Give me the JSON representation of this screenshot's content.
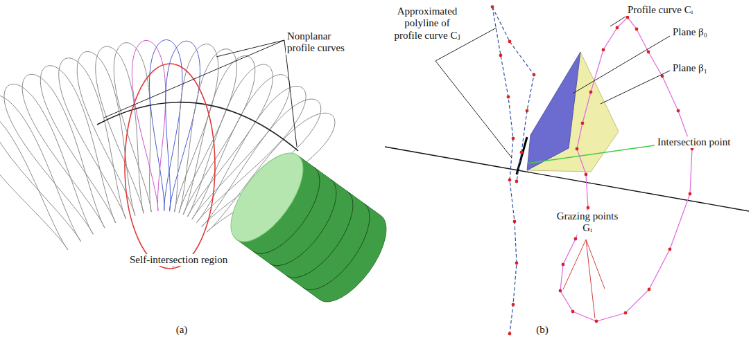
{
  "diagram": {
    "labels": [
      "Nonplanar profile curves",
      "Self-intersection region",
      "(a)",
      "Approximated polyline of profile curve Cⱼ",
      "Profile curve Cᵢ",
      "Plane β₀",
      "Plane β₁",
      "Intersection point",
      "Grazing points Gᵢ",
      "(b)"
    ]
  }
}
